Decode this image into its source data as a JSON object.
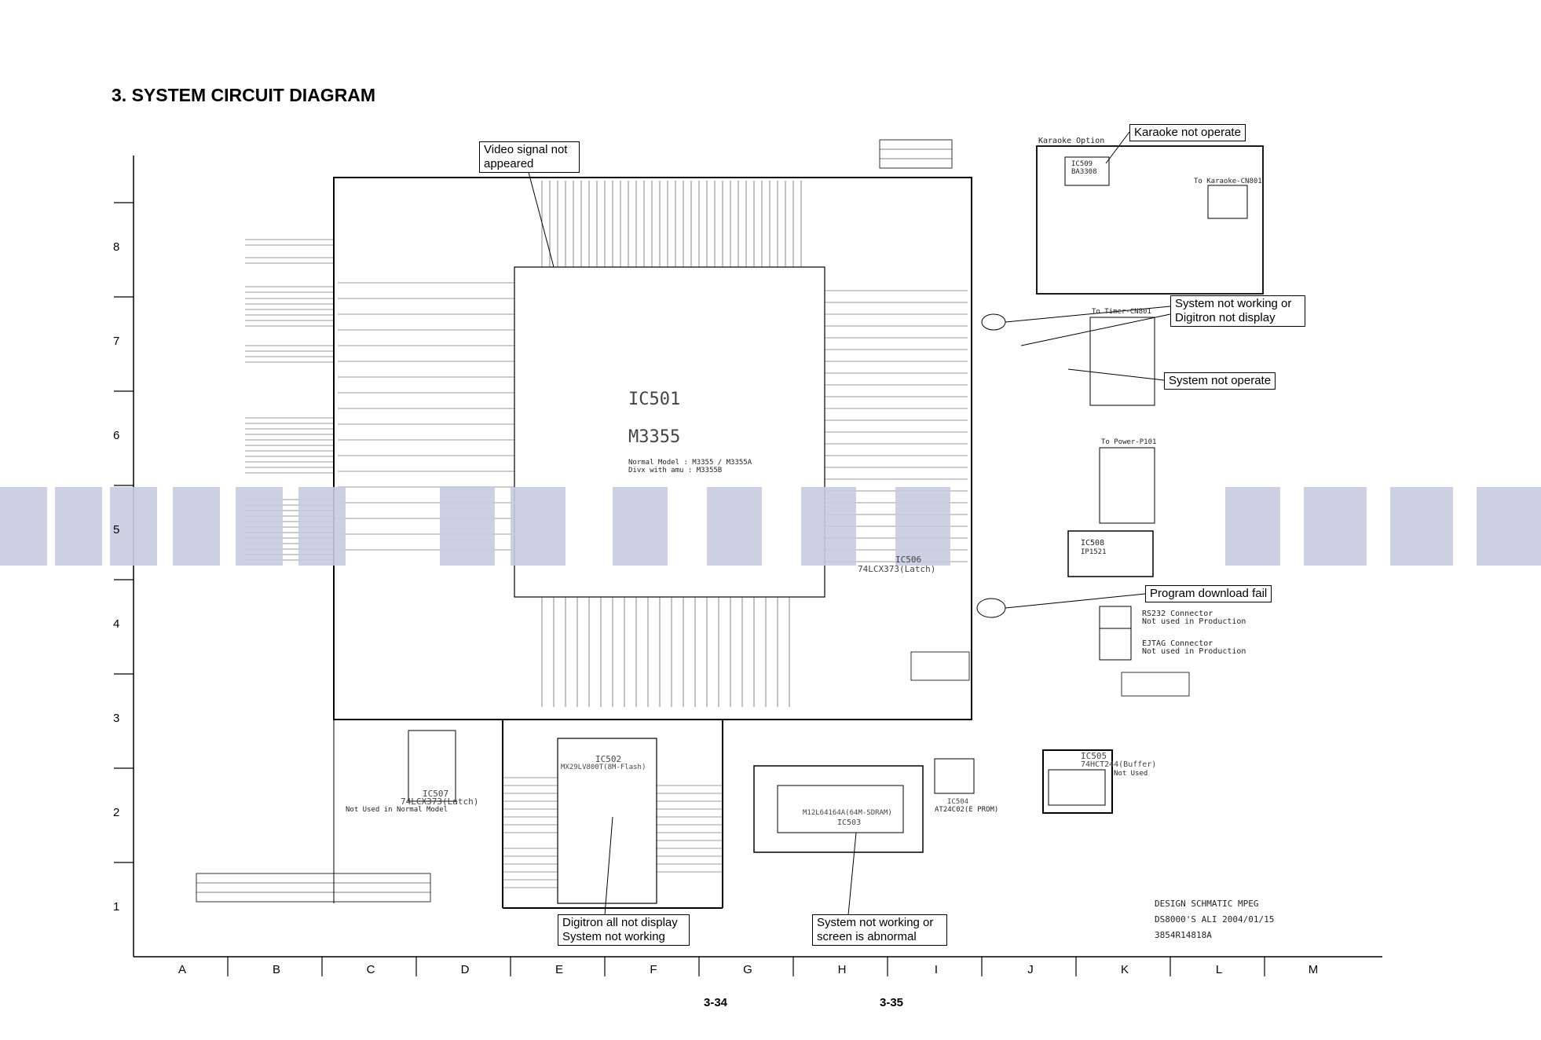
{
  "title": "3. SYSTEM CIRCUIT DIAGRAM",
  "rows": [
    "8",
    "7",
    "6",
    "5",
    "4",
    "3",
    "2",
    "1"
  ],
  "columns": [
    "A",
    "B",
    "C",
    "D",
    "E",
    "F",
    "G",
    "H",
    "I",
    "J",
    "K",
    "L",
    "M"
  ],
  "chips": {
    "ic501": {
      "ref": "IC501",
      "part": "M3355",
      "note1": "Normal Model : M3355 / M3355A",
      "note2": "Divx with amu : M3355B"
    },
    "ic506": {
      "ref": "IC506",
      "part": "74LCX373(Latch)"
    },
    "ic502": {
      "ref": "IC502",
      "part": "MX29LV800T(8M-Flash)"
    },
    "ic503": {
      "ref": "IC503",
      "part": "M12L64164A(64M-SDRAM)"
    },
    "ic505": {
      "ref": "IC505",
      "part": "74HCT244(Buffer)",
      "note": "Not Used"
    },
    "ic507": {
      "ref": "IC507",
      "part": "74LCX373(Latch)",
      "note": "Not Used in Normal Model"
    },
    "ic504": {
      "ref": "IC504",
      "part": "AT24C02(E PROM)"
    },
    "ic508": {
      "ref": "IC508",
      "part": "IP1521"
    },
    "ic509": {
      "ref": "IC509",
      "part": "BA3308"
    }
  },
  "section_labels": {
    "karaoke_option": "Karaoke Option",
    "to_karaoke": "To Karaoke-CN801",
    "to_timer": "To Timer-CN801",
    "to_power": "To Power-P101",
    "rs232_connector": "RS232 Connector",
    "rs232_note": "Not used in Production",
    "ejtag_connector": "EJTAG Connector",
    "ejtag_note": "Not used in Production"
  },
  "callouts": {
    "video": "Video signal not appeared",
    "karaoke": "Karaoke not operate",
    "system_working": "System not working or Digitron not display",
    "system_operate": "System not operate",
    "program": "Program download fail",
    "digitron": "Digitron all not display System not working",
    "screen": "System not working or screen is abnormal"
  },
  "sheet_info": {
    "line1": "DESIGN SCHMATIC MPEG",
    "line2": "DS8000'S ALI  2004/01/15",
    "line3": "3854R14818A"
  },
  "page_numbers": [
    "3-34",
    "3-35"
  ],
  "watermark": {
    "color": "#c8cbe0"
  }
}
